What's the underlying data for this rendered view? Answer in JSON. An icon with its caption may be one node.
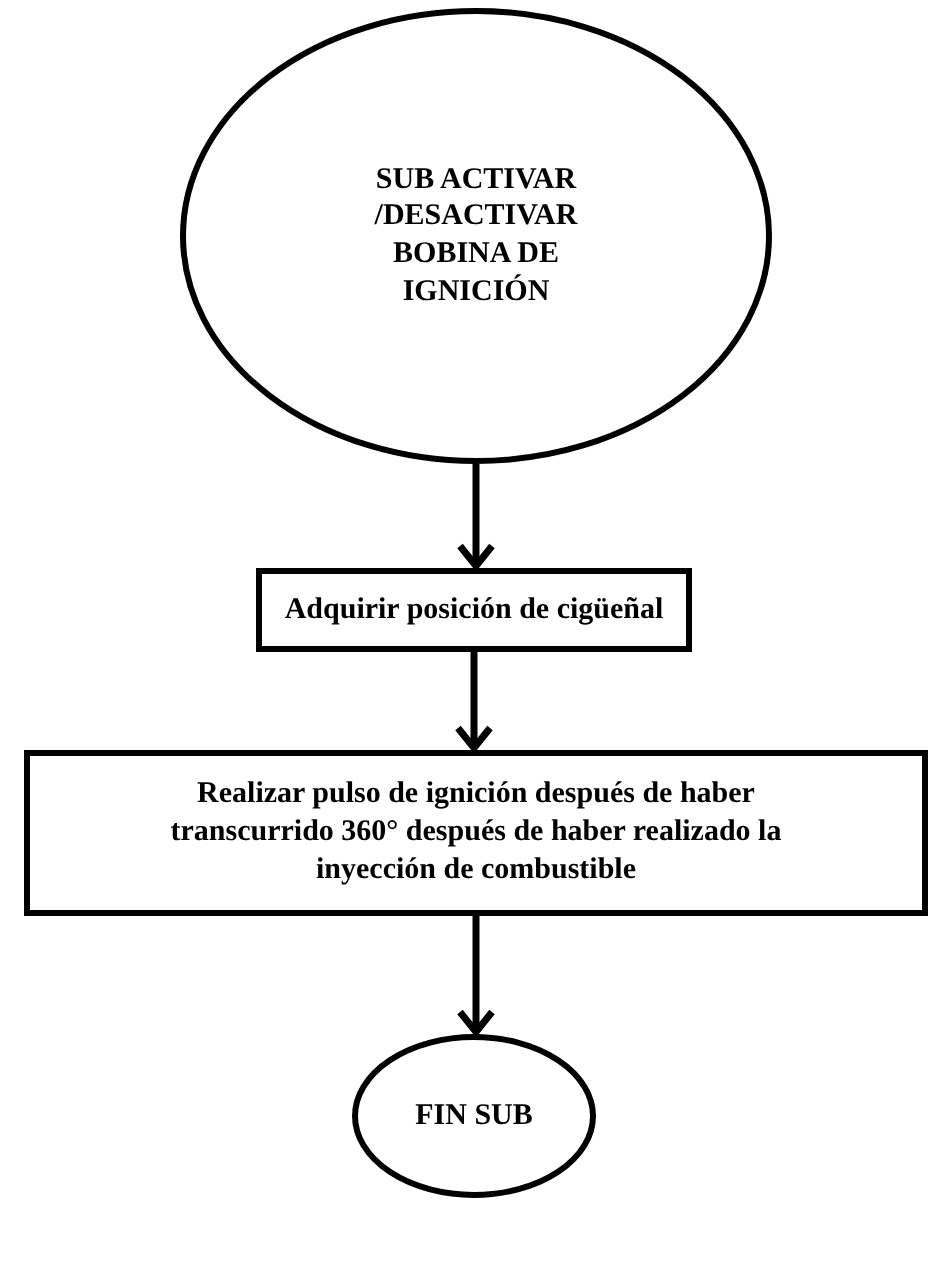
{
  "diagram": {
    "nodes": [
      {
        "text": [
          "SUB ACTIVAR /DESACTIVAR BOBINA DE IGNICIÓN"
        ]
      },
      {
        "text": [
          "Adquirir posición de cigüeñal"
        ]
      },
      {
        "text": [
          "Realizar pulso de ignición después de haber transcurrido 360° después de haber realizado la inyección de combustible"
        ]
      },
      {
        "text": [
          "FIN SUB"
        ]
      }
    ],
    "edges": [
      {
        "from": 0,
        "to": 1,
        "arrow": "to"
      },
      {
        "from": 1,
        "to": 2,
        "arrow": "to"
      },
      {
        "from": 2,
        "to": 3,
        "arrow": "to"
      }
    ]
  }
}
